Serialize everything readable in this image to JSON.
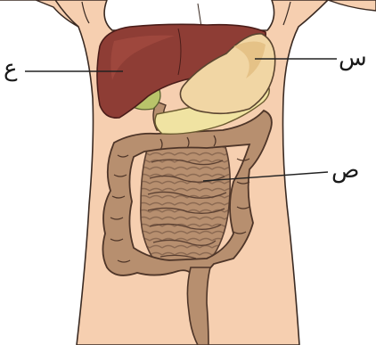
{
  "labels": {
    "liver": "ع",
    "stomach": "س",
    "intestine": "ص"
  },
  "colors": {
    "skin": "#f6cfb0",
    "outline": "#3a2a22",
    "liver": "#8e3d35",
    "liver_light": "#a34a40",
    "stomach": "#f1d6a4",
    "pancreas": "#f0e3a2",
    "gallbladder": "#b9c46a",
    "intestine": "#b78f6f",
    "intestine_dark": "#8c6a52",
    "leader": "#222222"
  }
}
